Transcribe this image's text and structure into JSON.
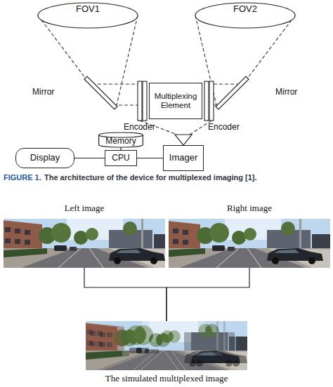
{
  "diagram": {
    "caption": "The architecture of the device for multiplexed imaging [1].",
    "nodes": [
      {
        "text": [
          "FOV1"
        ]
      },
      {
        "text": [
          "FOV2"
        ]
      },
      {
        "text": [
          "Multiplexing Element"
        ]
      },
      {
        "text": [
          "Memory"
        ]
      },
      {
        "text": [
          "Display"
        ]
      },
      {
        "text": [
          "CPU"
        ]
      },
      {
        "text": [
          "Imager"
        ]
      },
      {
        "text": [
          "Left image"
        ]
      },
      {
        "text": [
          "Right image"
        ]
      },
      {
        "text": [
          "The simulated multiplexed image"
        ]
      }
    ],
    "edges": [
      {
        "from": 4,
        "to": 5,
        "arrow": "none"
      },
      {
        "from": 3,
        "to": 5,
        "arrow": "none"
      },
      {
        "from": 5,
        "to": 6,
        "arrow": "none"
      },
      {
        "from": 7,
        "to": 9,
        "arrow": "none"
      },
      {
        "from": 8,
        "to": 9,
        "arrow": "none"
      }
    ],
    "labels": [
      "Mirror",
      "Mirror",
      "Encoder",
      "Encoder",
      "FIGURE 1."
    ]
  }
}
